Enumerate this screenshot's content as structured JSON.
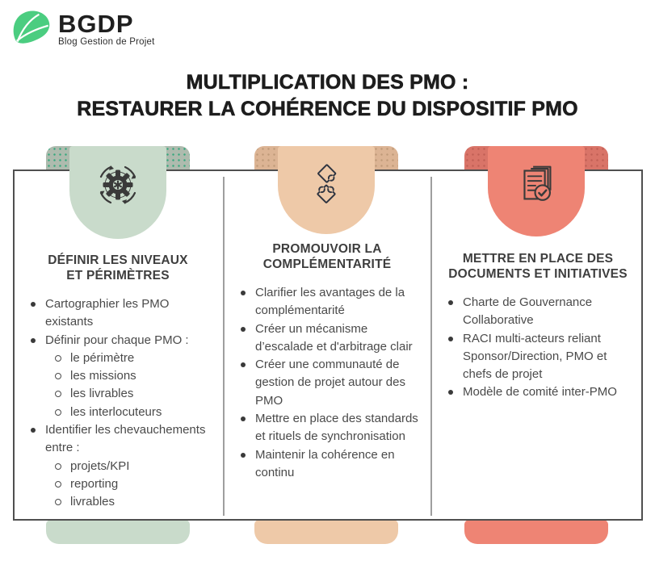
{
  "logo": {
    "brand": "BGDP",
    "tagline": "Blog Gestion de Projet",
    "icon": "leaf-logo-icon"
  },
  "title": {
    "line1": "MULTIPLICATION DES PMO :",
    "line2": "RESTAURER LA COHÉRENCE DU DISPOSITIF PMO"
  },
  "columns": [
    {
      "icon": "gear-sync-icon",
      "heading_line1": "DÉFINIR LES NIVEAUX",
      "heading_line2": "ET PÉRIMÈTRES",
      "items": [
        {
          "text": "Cartographier les PMO existants"
        },
        {
          "text": "Définir pour chaque PMO :",
          "subs": [
            "le périmètre",
            "les missions",
            "les livrables",
            "les interlocuteurs"
          ]
        },
        {
          "text": "Identifier les chevauchements entre :",
          "subs": [
            "projets/KPI",
            "reporting",
            "livrables"
          ]
        }
      ]
    },
    {
      "icon": "puzzle-icon",
      "heading_line1": "PROMOUVOIR LA",
      "heading_line2": "COMPLÉMENTARITÉ",
      "items": [
        {
          "text": "Clarifier les avantages de la complémentarité"
        },
        {
          "text": "Créer un mécanisme d’escalade et d'arbitrage clair"
        },
        {
          "text": "Créer une communauté de gestion de projet autour des PMO"
        },
        {
          "text": "Mettre en place des standards et rituels de synchronisation"
        },
        {
          "text": "Maintenir la cohérence en continu"
        }
      ]
    },
    {
      "icon": "documents-check-icon",
      "heading_line1": "METTRE EN PLACE DES",
      "heading_line2": "DOCUMENTS ET INITIATIVES",
      "items": [
        {
          "text": "Charte de Gouvernance Collaborative"
        },
        {
          "text": "RACI multi-acteurs reliant Sponsor/Direction, PMO et chefs de projet"
        },
        {
          "text": "Modèle de comité inter-PMO"
        }
      ]
    }
  ],
  "colors": {
    "logo_green": "#4bcd80",
    "title_text": "#1d1d1d",
    "heading_text": "#3e3e3e",
    "body_text": "#4a4a4a",
    "box_border": "#4f4f4f",
    "divider": "#9e9e9e",
    "icon_dark": "#3a3a3a",
    "green_tab": "#c9dbcb",
    "green_ear": "#aebbae",
    "green_ear_dot": "#36a97d",
    "tan_tab": "#eec9a8",
    "tan_ear": "#dcb494",
    "tan_ear_dot": "#bf9a79",
    "salmon_tab": "#ee8474",
    "salmon_ear": "#d97468",
    "salmon_ear_dot": "#c05f55"
  }
}
